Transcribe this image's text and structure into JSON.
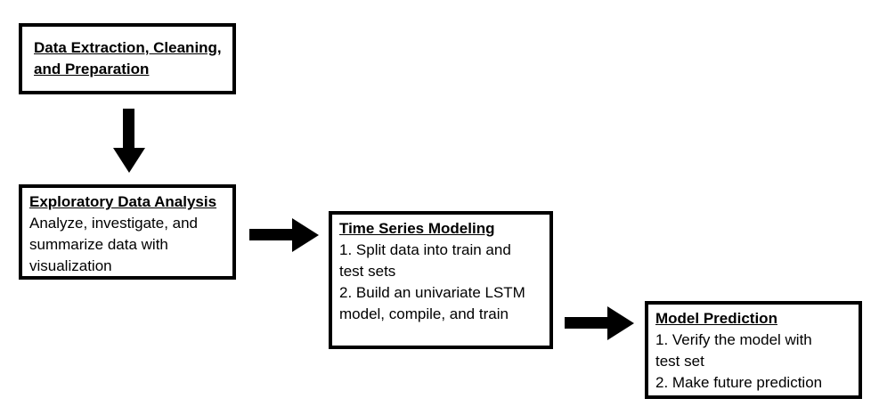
{
  "diagram": {
    "boxes": {
      "extraction": {
        "title_line1": "Data Extraction, Cleaning,",
        "title_line2": "and Preparation"
      },
      "eda": {
        "title": "Exploratory Data Analysis",
        "lines": [
          "Analyze, investigate, and",
          "summarize data with",
          "visualization"
        ]
      },
      "modeling": {
        "title": "Time Series Modeling",
        "lines": [
          "1. Split data into train and",
          "test sets",
          "2. Build an univariate LSTM",
          "model, compile, and train"
        ]
      },
      "prediction": {
        "title": "Model Prediction",
        "lines": [
          "1. Verify the model with",
          "test set",
          "2. Make future prediction"
        ]
      }
    },
    "colors": {
      "stroke": "#000000",
      "fill": "#ffffff"
    },
    "arrows": [
      "down-arrow-icon",
      "right-arrow-icon",
      "right-arrow-icon"
    ]
  }
}
